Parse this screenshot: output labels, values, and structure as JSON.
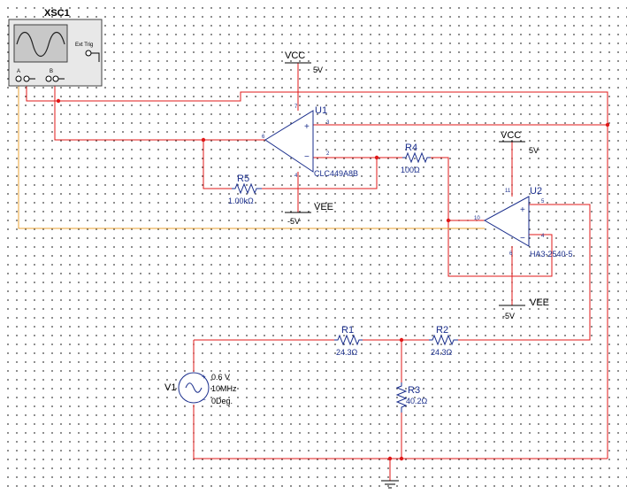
{
  "colors": {
    "wire": "#e01818",
    "wire_channel_b": "#e8a030",
    "component": "#1a2e8c",
    "label": "#1a2e8c",
    "scope_bg": "#e8e8e8",
    "scope_screen": "#c8c8c8"
  },
  "oscilloscope": {
    "ref": "XSC1",
    "ext_trig_label": "Ext Trig",
    "channel_a": "A",
    "channel_b": "B",
    "icon": "sine-wave-icon"
  },
  "supplies": {
    "vcc_top": {
      "name": "VCC",
      "value": "5V"
    },
    "vee_top": {
      "name": "VEE",
      "value": "-5V"
    },
    "vcc_right": {
      "name": "VCC",
      "value": "5V"
    },
    "vee_right": {
      "name": "VEE",
      "value": "-5V"
    }
  },
  "opamps": {
    "u1": {
      "ref": "U1",
      "part": "CLC449A8B",
      "pins": {
        "inv": "6",
        "noninv": "3",
        "out": "2",
        "vplus": "7",
        "vminus": "4"
      }
    },
    "u2": {
      "ref": "U2",
      "part": "HA3-2540-5",
      "pins": {
        "out": "10",
        "noninv": "5",
        "inv": "4",
        "vplus": "11",
        "vminus": "6"
      }
    }
  },
  "resistors": {
    "r1": {
      "ref": "R1",
      "value": "24.3Ω"
    },
    "r2": {
      "ref": "R2",
      "value": "24.3Ω"
    },
    "r3": {
      "ref": "R3",
      "value": "40.2Ω"
    },
    "r4": {
      "ref": "R4",
      "value": "100Ω"
    },
    "r5": {
      "ref": "R5",
      "value": "1.00kΩ"
    }
  },
  "source": {
    "ref": "V1",
    "amplitude": "0.6 V",
    "frequency": "10MHz",
    "phase": "0Deg."
  },
  "ground": {
    "icon": "ground-icon"
  }
}
